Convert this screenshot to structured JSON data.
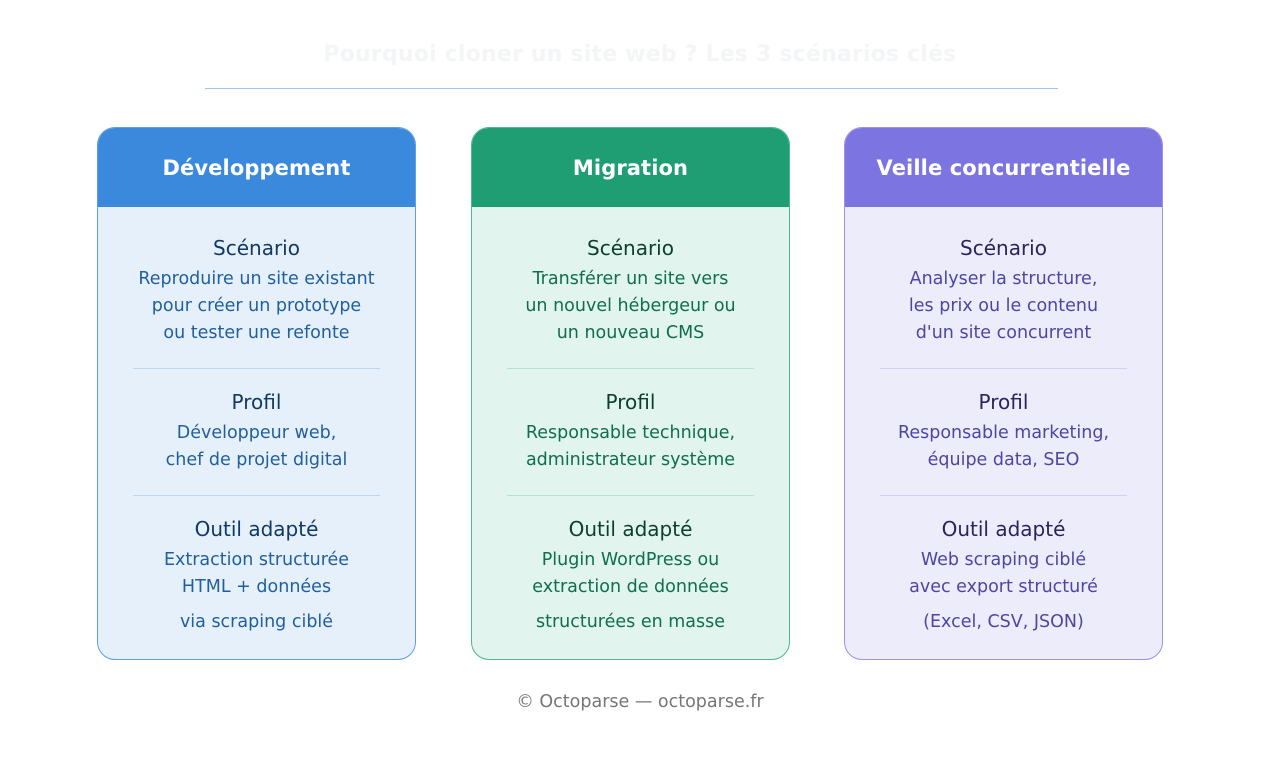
{
  "page": {
    "title": "Pourquoi cloner un site web ? Les 3 scénarios clés",
    "footer": "© Octoparse — octoparse.fr"
  },
  "cards": [
    {
      "header": "Développement",
      "colors": {
        "header": "#3a89dd",
        "body": "#e6f0fb",
        "border": "#5d9fe2",
        "title": "#103a63",
        "text": "#1f5f9d",
        "divider": "#bcd7f1"
      },
      "sections": [
        {
          "title": "Scénario",
          "lines": [
            "Reproduire un site existant",
            "pour créer un prototype",
            "ou tester une refonte"
          ]
        },
        {
          "title": "Profil",
          "lines": [
            "Développeur web,",
            "chef de projet digital"
          ]
        },
        {
          "title": "Outil adapté",
          "lines": [
            "Extraction structurée",
            "HTML + données",
            "via scraping ciblé"
          ]
        }
      ]
    },
    {
      "header": "Migration",
      "colors": {
        "header": "#1e9e72",
        "body": "#e1f4ee",
        "border": "#4fb68e",
        "title": "#0c3f2d",
        "text": "#0f6e4d",
        "divider": "#b5e1d0"
      },
      "sections": [
        {
          "title": "Scénario",
          "lines": [
            "Transférer un site vers",
            "un nouvel hébergeur ou",
            "un nouveau CMS"
          ]
        },
        {
          "title": "Profil",
          "lines": [
            "Responsable technique,",
            "administrateur système"
          ]
        },
        {
          "title": "Outil adapté",
          "lines": [
            "Plugin WordPress ou",
            "extraction de données",
            "structurées en masse"
          ]
        }
      ]
    },
    {
      "header": "Veille concurrentielle",
      "colors": {
        "header": "#7c74e0",
        "body": "#edecfb",
        "border": "#9a93e8",
        "title": "#29245c",
        "text": "#4d45a4",
        "divider": "#d3d0f4"
      },
      "sections": [
        {
          "title": "Scénario",
          "lines": [
            "Analyser la structure,",
            "les prix ou le contenu",
            "d'un site concurrent"
          ]
        },
        {
          "title": "Profil",
          "lines": [
            "Responsable marketing,",
            "équipe data, SEO"
          ]
        },
        {
          "title": "Outil adapté",
          "lines": [
            "Web scraping ciblé",
            "avec export structuré",
            "(Excel, CSV, JSON)"
          ]
        }
      ]
    }
  ]
}
